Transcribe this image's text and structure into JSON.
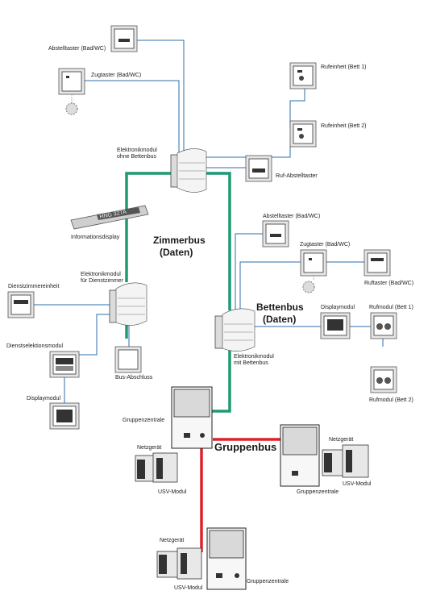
{
  "labels": {
    "abstelltaster_top": "Abstelltaster (Bad/WC)",
    "zugtaster_top": "Zugtaster (Bad/WC)",
    "rufeinheit_bett1": "Rufeinheit (Bett 1)",
    "rufeinheit_bett2": "Rufeinheit (Bett 2)",
    "elektronikmodul_ohne": [
      "Elektronikmodul",
      "ohne Bettenbus"
    ],
    "ruf_abstelltaster": "Ruf-Abstelltaster",
    "informationsdisplay": "Informationsdisplay",
    "display_text": "HNG 327A",
    "abstelltaster_mid": "Abstelltaster (Bad/WC)",
    "zugtaster_mid": "Zugtaster (Bad/WC)",
    "ruftaster": "Ruftaster (Bad/WC)",
    "dienstzimmereinheit": "Dienstzimmereinheit",
    "elektronikmodul_dienst": [
      "Elektronikmodul",
      "für Dienstzimmer"
    ],
    "dienstselektionsmodul": "Dienstselektionsmodul",
    "displaymodul_left": "Displaymodul",
    "bus_abschluss": "Bus-Abschluss",
    "displaymodul_right": "Displaymodul",
    "rufmodul_bett1": "Rufmodul (Bett 1)",
    "rufmodul_bett2": "Rufmodul (Bett 2)",
    "elektronikmodul_mit": [
      "Elektronikmodul",
      "mit Bettenbus"
    ],
    "gruppenzentrale_1": "Gruppenzentrale",
    "gruppenzentrale_2": "Gruppenzentrale",
    "gruppenzentrale_3": "Gruppenzentrale",
    "netzgeraet_1": "Netzgerät",
    "usv_modul_1": "USV-Modul",
    "netzgeraet_2": "Netzgerät",
    "usv_modul_2": "USV-Modul",
    "netzgeraet_3": "Netzgerät",
    "usv_modul_3": "USV-Modul"
  },
  "buses": {
    "zimmerbus": [
      "Zimmerbus",
      "(Daten)"
    ],
    "bettenbus": [
      "Bettenbus",
      "(Daten)"
    ],
    "gruppenbus": "Gruppenbus"
  },
  "colors": {
    "zimmerbus": "#1e9a73",
    "bettenbus": "#1e9a73",
    "gruppenbus": "#e0202a",
    "wiring": "#2b6ea8"
  }
}
